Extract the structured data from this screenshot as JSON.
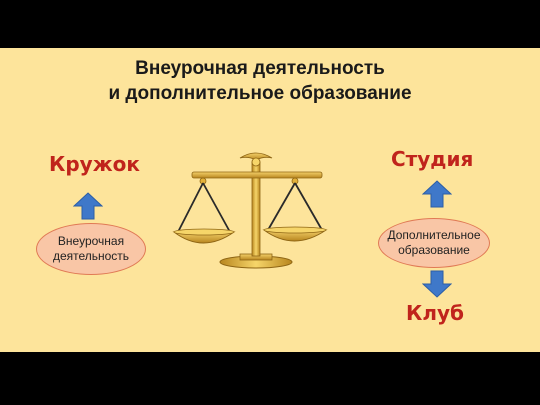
{
  "title": {
    "line1": "Внеурочная деятельность",
    "line2": "и дополнительное образование"
  },
  "left": {
    "top_label": "Кружок",
    "ellipse_line1": "Внеурочная",
    "ellipse_line2": "деятельность"
  },
  "right": {
    "top_label": "Студия",
    "ellipse_line1": "Дополнительное",
    "ellipse_line2": "образование",
    "bottom_label": "Клуб"
  },
  "colors": {
    "background": "#fde49b",
    "accent_text": "#c0241c",
    "arrow": "#3f78c9",
    "ellipse_fill": "#f9c6a6",
    "scale_gold": "#e3b13a"
  },
  "icons": {
    "arrow_up": "up-arrow-icon",
    "arrow_down": "down-arrow-icon",
    "scale": "balance-scale-icon"
  }
}
